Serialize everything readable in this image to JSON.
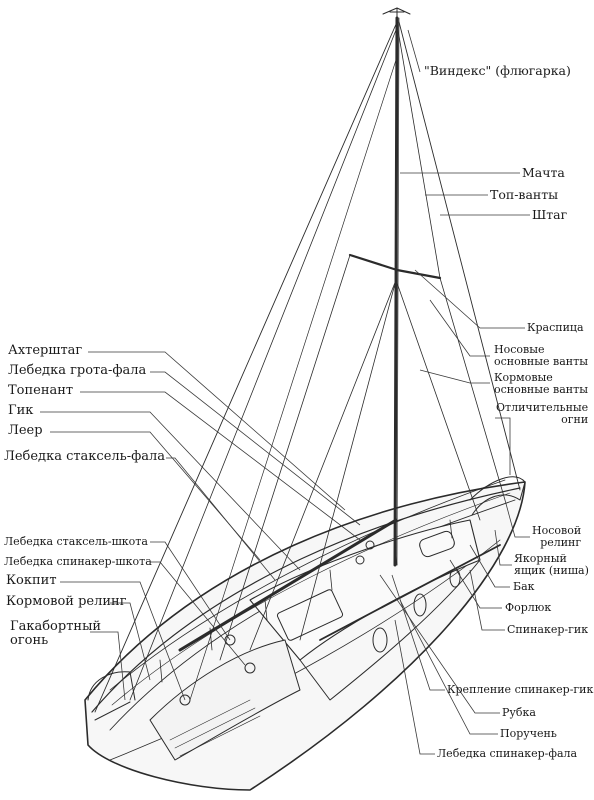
{
  "diagram": {
    "colors": {
      "ink": "#2b2b2b",
      "leader": "#3a3a3a",
      "paper": "#ffffff"
    },
    "labels": {
      "windex": "\"Виндекс\" (флюгарка)",
      "mast": "Мачта",
      "top_shrouds": "Топ-ванты",
      "forestay": "Штаг",
      "spreader": "Краспица",
      "fwd_lower_shrouds": [
        "Носовые",
        "основные ванты"
      ],
      "aft_lower_shrouds": [
        "Кормовые",
        "основные ванты"
      ],
      "nav_lights": [
        "Отличительные",
        "огни"
      ],
      "bow_pulpit": [
        "Носовой",
        "релинг"
      ],
      "anchor_locker": [
        "Якорный",
        "ящик (ниша)"
      ],
      "foredeck": "Бак",
      "forehatch": "Форлюк",
      "spinnaker_pole": "Спинакер-гик",
      "spinnaker_pole_mount": "Крепление спинакер-гика",
      "cabin": "Рубка",
      "handrail": "Поручень",
      "spinnaker_halyard_winch": "Лебедка спинакер-фала",
      "backstay": "Ахтерштаг",
      "main_halyard_winch": "Лебедка грота-фала",
      "topping_lift": "Топенант",
      "boom": "Гик",
      "lifeline": "Леер",
      "jib_halyard_winch": "Лебедка стаксель-фала",
      "jib_sheet_winch": "Лебедка стаксель-шкота",
      "spinnaker_sheet_winch": "Лебедка спинакер-шкота",
      "cockpit": "Кокпит",
      "stern_pulpit": "Кормовой релинг",
      "stern_light": [
        "Гакабортный",
        "огонь"
      ]
    }
  }
}
